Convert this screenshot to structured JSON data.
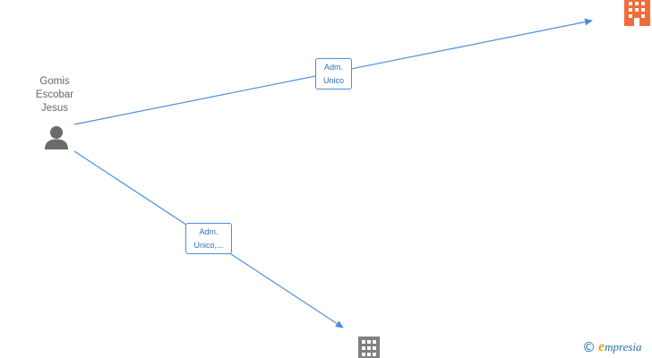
{
  "person": {
    "name_lines": [
      "Gomis",
      "Escobar",
      "Jesus"
    ],
    "icon": "person-icon"
  },
  "companies": [
    {
      "icon": "building-icon",
      "color": "#f26b3a"
    },
    {
      "icon": "building-icon",
      "color": "#808080"
    }
  ],
  "edges": [
    {
      "label_lines": [
        "Adm.",
        "Unico"
      ],
      "to": "company-1"
    },
    {
      "label_lines": [
        "Adm.",
        "Unico,..."
      ],
      "to": "company-2"
    }
  ],
  "colors": {
    "edge": "#4a90d9",
    "person": "#6b6b6b"
  },
  "watermark": {
    "symbol": "©",
    "brand_initial": "e",
    "brand_rest": "mpresia"
  }
}
